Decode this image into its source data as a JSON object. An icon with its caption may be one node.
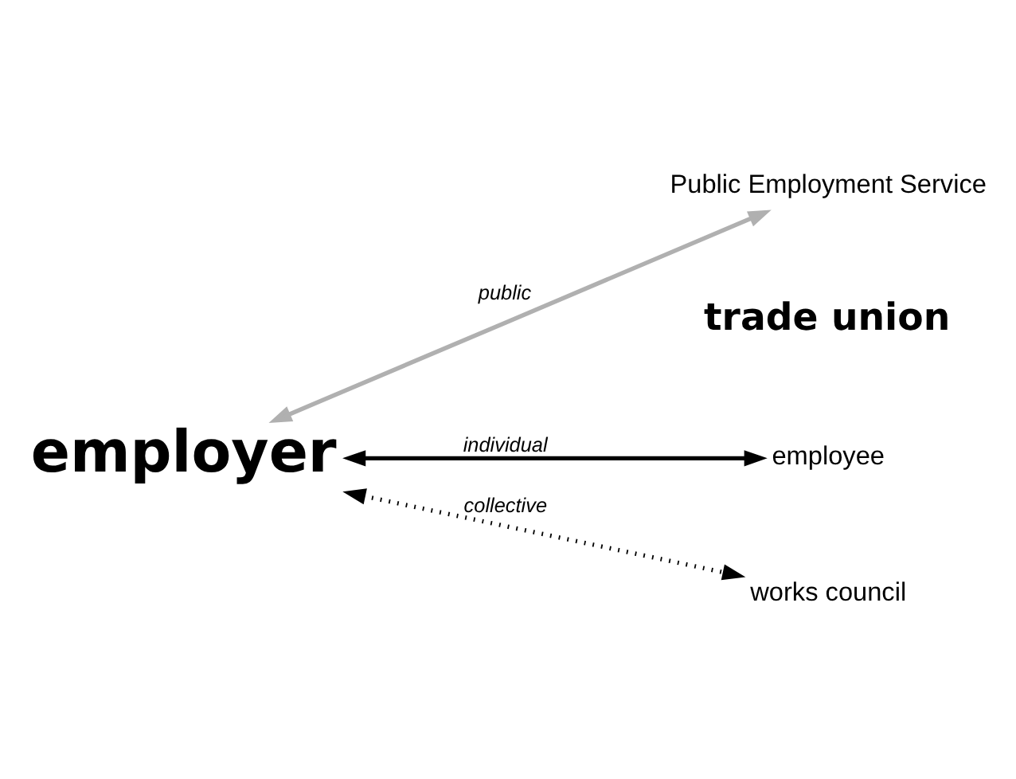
{
  "diagram": {
    "nodes": [
      {
        "text": [
          "employer"
        ]
      },
      {
        "text": [
          "Public Employment Service"
        ]
      },
      {
        "text": [
          "trade union"
        ]
      },
      {
        "text": [
          "employee"
        ]
      },
      {
        "text": [
          "works council"
        ]
      }
    ],
    "edges": [
      {
        "from": 0,
        "to": 1,
        "arrow": "both",
        "label": "public",
        "color": "#b0b0b0"
      },
      {
        "from": 0,
        "to": 3,
        "arrow": "both",
        "label": "individual"
      },
      {
        "from": 0,
        "to": 4,
        "arrow": "both",
        "label": "collective",
        "style": "dashed"
      }
    ]
  }
}
